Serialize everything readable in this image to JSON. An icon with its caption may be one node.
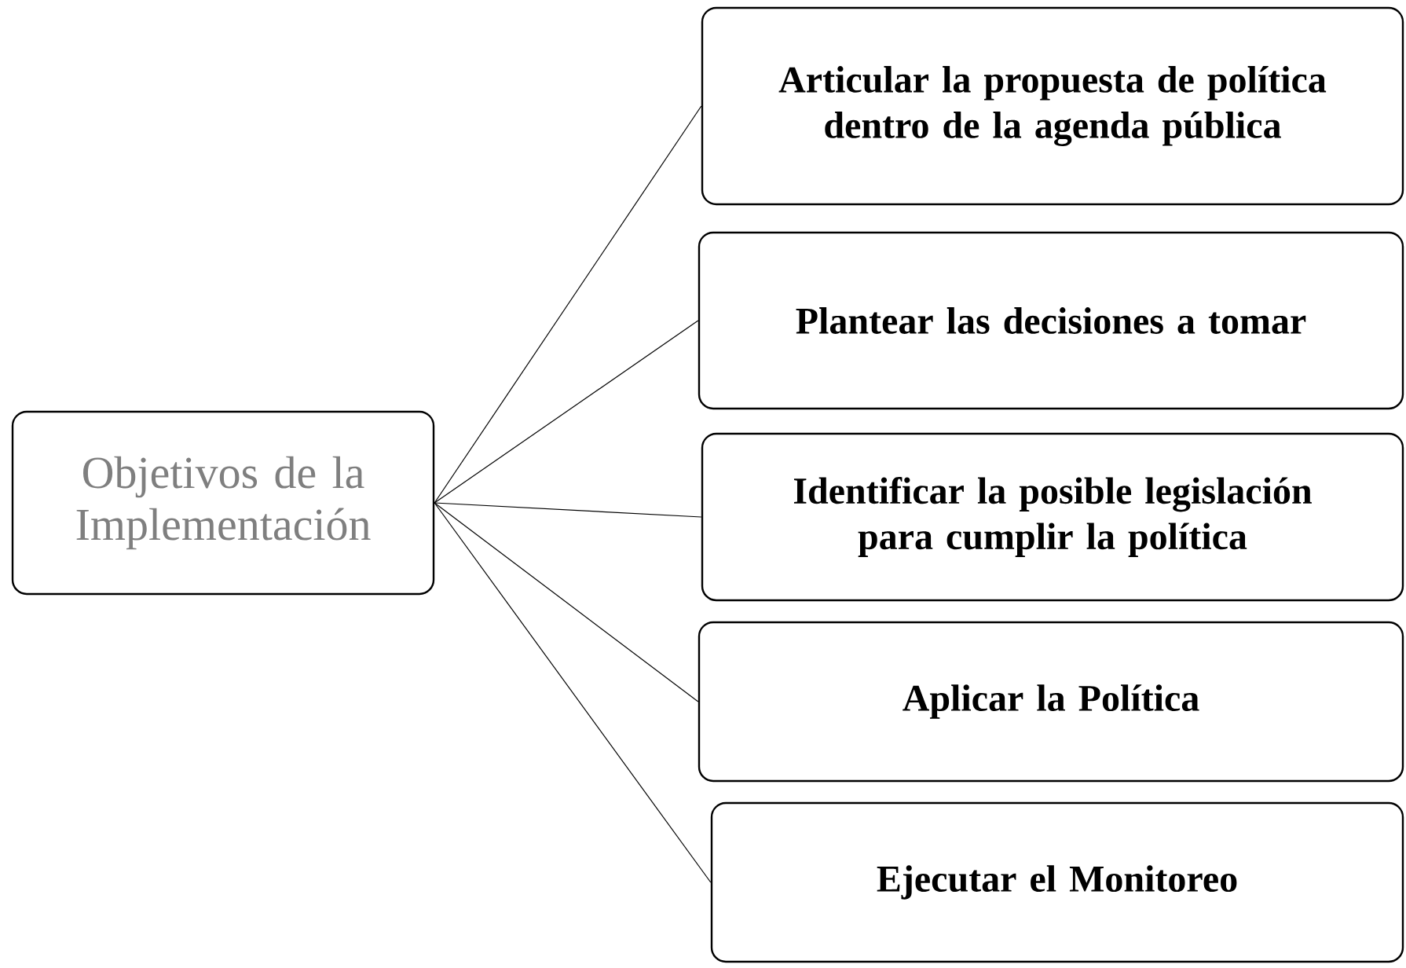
{
  "diagram": {
    "nodes": [
      {
        "text": [
          "Objetivos de la Implementación"
        ]
      },
      {
        "text": [
          "Articular la propuesta de política dentro de la agenda pública"
        ]
      },
      {
        "text": [
          "Plantear las decisiones a tomar"
        ]
      },
      {
        "text": [
          "Identificar la posible legislación para cumplir la política"
        ]
      },
      {
        "text": [
          "Aplicar la Política"
        ]
      },
      {
        "text": [
          "Ejecutar el Monitoreo"
        ]
      }
    ],
    "edges": [
      {
        "from": 0,
        "to": 1,
        "arrow": "none"
      },
      {
        "from": 0,
        "to": 2,
        "arrow": "none"
      },
      {
        "from": 0,
        "to": 3,
        "arrow": "none"
      },
      {
        "from": 0,
        "to": 4,
        "arrow": "none"
      },
      {
        "from": 0,
        "to": 5,
        "arrow": "none"
      }
    ]
  }
}
